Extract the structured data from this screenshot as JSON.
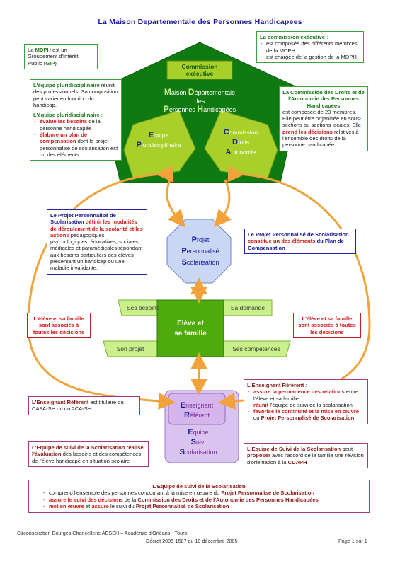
{
  "title": "La Maison Departementale des Personnes Handicapees",
  "mdph_box": {
    "a": "La ",
    "b": "MDPH",
    "c": " est un Groupement d'Intérêt Public (",
    "d": "GIP",
    "e": ")"
  },
  "commission_executive": {
    "heading": "La commission exécutive",
    "colon": " :",
    "items": [
      "est composée des différents membres de la MDPH",
      "est chargée de la gestion de la MDPH"
    ]
  },
  "equipe_pluri_box": {
    "heading1": "L'équipe pluridisciplinaire",
    "text1": " réunit des professionnels. Sa composition peut varier en fonction du handicap.",
    "heading2": "L'équipe pluridisciplinaire",
    "colon": " :",
    "item1_bold": "évalue les besoins",
    "item1_rest": " de la personne handicapée",
    "item2_bold": "élabore un plan de compensation",
    "item2_rest": " dont le projet personnalisé de scolarisation est un des éléments"
  },
  "cdaph_box": {
    "heading": "La Commission des Droits et de l'Autonomie des Personnes Handicapées",
    "text1": " est composée de 23 membres. Elle peut être organisée en sous-sections ou sections locales. Elle ",
    "bold": "prend les décisions",
    "text2": " relatives à l'ensemble des droits de la personne handicapée"
  },
  "pentagon": {
    "commission_box": "Commission exécutive",
    "maison_lines": [
      {
        "cap": "M",
        "rest": "aison ",
        "cap2": "D",
        "rest2": "épartementale"
      },
      {
        "cap": "",
        "rest": "des",
        "cap2": "",
        "rest2": ""
      },
      {
        "cap": "P",
        "rest": "ersonnes ",
        "cap2": "H",
        "rest2": "andicapées"
      }
    ],
    "equipe_lines": [
      {
        "cap": "E",
        "rest": "quipe"
      },
      {
        "cap": "P",
        "rest": "luridisciplinaire"
      }
    ],
    "cdaph_lines": [
      {
        "cap": "C",
        "rest": "ommission"
      },
      {
        "cap": "D",
        "rest": "roits"
      },
      {
        "cap": "A",
        "rest": "utonomie"
      }
    ]
  },
  "pps_left_box": {
    "heading": "Le Projet Personnalisé de Scolarisation",
    "bold_red": " définit les modalités de déroulement de la scolarité et les actions",
    "text": " pédagogiques, psychologiques, éducatives, sociales, médicales et paramédicales répondant aux besoins particuliers des élèves présentant un handicap ou une maladie invalidante."
  },
  "octagon": {
    "lines": [
      {
        "cap": "P",
        "rest": "rojet"
      },
      {
        "cap": "P",
        "rest": "ersonnalisé"
      },
      {
        "cap": "S",
        "rest": "colarisation"
      }
    ]
  },
  "pps_right_box": {
    "heading": "Le Projet Personnalisé de Scolarisation",
    "red": " constitue un des éléments",
    "tail": " du Plan de Compensation"
  },
  "eleve": {
    "center": "Elève et sa famille",
    "besoins": "Ses besoins",
    "demande": "Sa demande",
    "projet": "Son projet",
    "competences": "Ses compétences",
    "left_note": "L'élève et sa famille sont associés à toutes les décisions",
    "right_note": "L'élève et sa famille sont associés à toutes les décisions"
  },
  "referent_left_box": {
    "heading": "L'Enseignant Référent",
    "text": " est titulaire du CAPA-SH ou du 2CA-SH"
  },
  "referent_right_box": {
    "heading": "L'Enseignant Référent",
    "colon": " :",
    "item1_bold": "assure la permanence des relations",
    "item1_rest": " entre l'élève et sa famille",
    "item2_bold": "réunit",
    "item2_rest": " l'équipe de suivi de la scolarisation",
    "item3_bold": "favorise la continuité et la mise en œuvre",
    "item3_rest": " du ",
    "item3_tail": "Projet Personnalisé de Scolarisation"
  },
  "referent_shape": {
    "lines": [
      {
        "cap": "E",
        "rest": "nseignant"
      },
      {
        "cap": "R",
        "rest": "éférent"
      }
    ],
    "lines2": [
      {
        "cap": "E",
        "rest": "quipe"
      },
      {
        "cap": "S",
        "rest": "uivi"
      },
      {
        "cap": "S",
        "rest": "colarisation"
      }
    ]
  },
  "ess_left_box": {
    "heading": "L'Equipe de suivi de la Scolarisation",
    "bold": " réalise l'évaluation",
    "text": " des besoins et des compétences de l'élève handicapé en situation scolaire"
  },
  "ess_right_box": {
    "heading": "L'Equipe de Suivi de la Scolarisation",
    "text1": " peut ",
    "bold": "proposer",
    "text2": " avec l'accord de la famille une révision d'orientation à la ",
    "bold2": "CDAPH"
  },
  "ess_bottom_box": {
    "heading": "L'Equipe de suivi de la Scolarisation",
    "item1": "comprend l'ensemble des personnes concourant à la mise en œuvre du ",
    "item1_bold": "Projet Personnalisé de Scolarisation",
    "item2_red": "assure le suivi des décisions",
    "item2_mid": " de la ",
    "item2_bold": "Commission des Droits et de l'Autonomie des Personnes Handicapées",
    "item3_red1": "met en œuvre",
    "item3_mid": " et ",
    "item3_red2": "assure",
    "item3_rest": " le suivi du ",
    "item3_bold": "Projet Personnalisé de Scolarisation"
  },
  "footer": {
    "line1": "Circonscription Bourges Chancellerie AESEH – Académie d'Orléans - Tours",
    "line2": "Décret 2005-1587 du 19 décembre 2005",
    "page": "Page 1 sur 1"
  },
  "colors": {
    "dark_green": "#0f7a12",
    "lime": "#a8cf2a",
    "light_green": "#c9f08a",
    "octagon_blue": "#c9d7f4",
    "purple_shape": "#d9c4ef",
    "arrow_orange": "#f2a23a",
    "title_blue": "#1a1aa0"
  }
}
